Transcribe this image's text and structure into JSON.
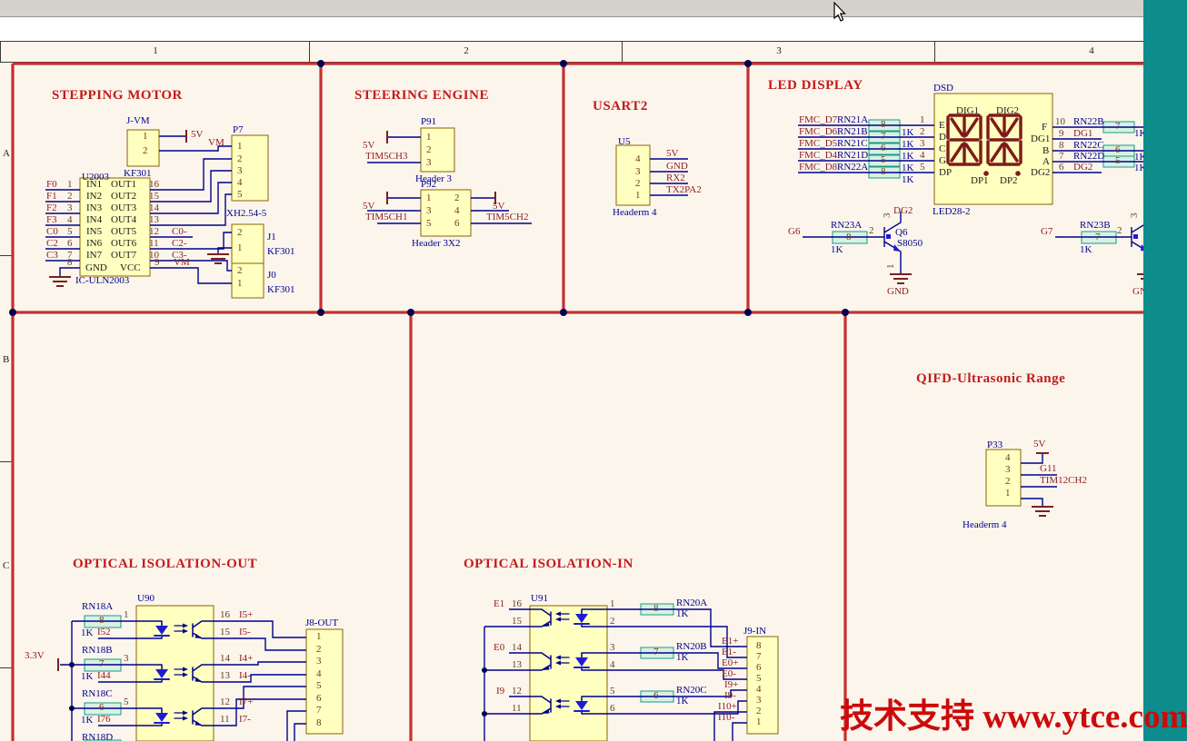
{
  "chrome": {
    "ruler_columns": [
      "1",
      "2",
      "3",
      "4"
    ],
    "margin_rows": [
      "A",
      "B",
      "C"
    ],
    "watermark": "技术支持 www.ytce.com"
  },
  "colors": {
    "background": "#FBF5EC",
    "block_border": "#C63030",
    "wire": "#00008B",
    "net_label": "#8E1A1A",
    "designator": "#00008B",
    "pin_number": "#6E3A12",
    "component_fill": "#FFFFC0",
    "component_border": "#8A6400",
    "resistor_fill": "#D8F1E4",
    "resistor_border": "#1A9B84",
    "teal_strip": "#0E8C8C",
    "title": "#C41A1A",
    "watermark": "#CC0A0A",
    "led_segment": "#7E1A1A",
    "opto_blue": "#1C1CD6",
    "ground_symbol": "#7A2020"
  },
  "schematic": {
    "titles": [
      [
        "STEPPING MOTOR",
        57,
        99
      ],
      [
        "STEERING ENGINE",
        390,
        99
      ],
      [
        "USART2",
        652,
        111
      ],
      [
        "LED DISPLAY",
        845,
        88
      ],
      [
        "QIFD-Ultrasonic Range",
        1008,
        411
      ],
      [
        "OPTICAL ISOLATION-OUT",
        80,
        615
      ],
      [
        "OPTICAL ISOLATION-IN",
        510,
        615
      ]
    ],
    "labels": [
      [
        "J-VM",
        139,
        127,
        "d"
      ],
      [
        "KF301",
        136,
        185,
        "d"
      ],
      [
        "P7",
        256,
        137,
        "d"
      ],
      [
        "XH2.54-5",
        249,
        229,
        "d"
      ],
      [
        "U2003",
        90,
        189,
        "d"
      ],
      [
        "IC-ULN2003",
        83,
        303,
        "d"
      ],
      [
        "J1",
        294,
        255,
        "d"
      ],
      [
        "KF301",
        294,
        271,
        "d"
      ],
      [
        "J0",
        294,
        297,
        "d"
      ],
      [
        "KF301",
        294,
        313,
        "d"
      ],
      [
        "5V",
        210,
        142,
        "n"
      ],
      [
        "VM",
        229,
        151,
        "n"
      ],
      [
        "F0",
        51,
        197,
        "n"
      ],
      [
        "F1",
        51,
        210,
        "n"
      ],
      [
        "F2",
        51,
        223,
        "n"
      ],
      [
        "F3",
        51,
        236,
        "n"
      ],
      [
        "C0",
        51,
        249,
        "n"
      ],
      [
        "C2",
        51,
        262,
        "n"
      ],
      [
        "C3",
        51,
        275,
        "n"
      ],
      [
        "C0-",
        189,
        249,
        "n"
      ],
      [
        "C2-",
        189,
        262,
        "n"
      ],
      [
        "C3-",
        189,
        275,
        "n"
      ],
      [
        "VM",
        191,
        283,
        "n"
      ],
      [
        "1",
        157,
        144,
        "p"
      ],
      [
        "2",
        157,
        160,
        "p"
      ],
      [
        "1",
        261,
        155,
        "p"
      ],
      [
        "2",
        261,
        169,
        "p"
      ],
      [
        "3",
        261,
        182,
        "p"
      ],
      [
        "4",
        261,
        195,
        "p"
      ],
      [
        "5",
        261,
        208,
        "p"
      ],
      [
        "1",
        74,
        197,
        "p"
      ],
      [
        "2",
        74,
        210,
        "p"
      ],
      [
        "3",
        74,
        223,
        "p"
      ],
      [
        "4",
        74,
        236,
        "p"
      ],
      [
        "5",
        74,
        249,
        "p"
      ],
      [
        "6",
        74,
        262,
        "p"
      ],
      [
        "7",
        74,
        275,
        "p"
      ],
      [
        "8",
        74,
        283,
        "p"
      ],
      [
        "16",
        164,
        197,
        "p"
      ],
      [
        "15",
        164,
        210,
        "p"
      ],
      [
        "14",
        164,
        223,
        "p"
      ],
      [
        "13",
        164,
        236,
        "p"
      ],
      [
        "12",
        164,
        249,
        "p"
      ],
      [
        "11",
        164,
        262,
        "p"
      ],
      [
        "10",
        164,
        275,
        "p"
      ],
      [
        "9",
        170,
        283,
        "p"
      ],
      [
        "2",
        261,
        250,
        "p"
      ],
      [
        "1",
        261,
        267,
        "p"
      ],
      [
        "2",
        261,
        292,
        "p"
      ],
      [
        "1",
        261,
        306,
        "p"
      ],
      [
        "IN1",
        95,
        197,
        "m"
      ],
      [
        "IN2",
        95,
        210,
        "m"
      ],
      [
        "IN3",
        95,
        223,
        "m"
      ],
      [
        "IN4",
        95,
        236,
        "m"
      ],
      [
        "IN5",
        95,
        249,
        "m"
      ],
      [
        "IN6",
        95,
        262,
        "m"
      ],
      [
        "IN7",
        95,
        275,
        "m"
      ],
      [
        "GND",
        94,
        289,
        "m"
      ],
      [
        "OUT1",
        122,
        197,
        "m"
      ],
      [
        "OUT2",
        122,
        210,
        "m"
      ],
      [
        "OUT3",
        122,
        223,
        "m"
      ],
      [
        "OUT4",
        122,
        236,
        "m"
      ],
      [
        "OUT5",
        122,
        249,
        "m"
      ],
      [
        "OUT6",
        122,
        262,
        "m"
      ],
      [
        "OUT7",
        122,
        275,
        "m"
      ],
      [
        "VCC",
        132,
        289,
        "m"
      ],
      [
        "P91",
        463,
        128,
        "d"
      ],
      [
        "Header 3",
        457,
        191,
        "d"
      ],
      [
        "P92",
        463,
        197,
        "d"
      ],
      [
        "Header 3X2",
        453,
        262,
        "d"
      ],
      [
        "5V",
        399,
        154,
        "n"
      ],
      [
        "TIM5CH3",
        402,
        166,
        "n"
      ],
      [
        "5V",
        399,
        221,
        "n"
      ],
      [
        "TIM5CH1",
        402,
        233,
        "n"
      ],
      [
        "5V",
        542,
        221,
        "n"
      ],
      [
        "TIM5CH2",
        535,
        233,
        "n"
      ],
      [
        "1",
        469,
        145,
        "p"
      ],
      [
        "2",
        469,
        159,
        "p"
      ],
      [
        "3",
        469,
        173,
        "p"
      ],
      [
        "1",
        469,
        212,
        "p"
      ],
      [
        "3",
        469,
        226,
        "p"
      ],
      [
        "5",
        469,
        240,
        "p"
      ],
      [
        "2",
        500,
        212,
        "p"
      ],
      [
        "4",
        500,
        226,
        "p"
      ],
      [
        "6",
        500,
        240,
        "p"
      ],
      [
        "U5",
        680,
        150,
        "d"
      ],
      [
        "Headerm 4",
        674,
        228,
        "d"
      ],
      [
        "4",
        699,
        169,
        "p"
      ],
      [
        "3",
        699,
        183,
        "p"
      ],
      [
        "2",
        699,
        196,
        "p"
      ],
      [
        "1",
        699,
        209,
        "p"
      ],
      [
        "5V",
        733,
        163,
        "n"
      ],
      [
        "GND",
        733,
        177,
        "n"
      ],
      [
        "RX2",
        733,
        190,
        "n"
      ],
      [
        "TX2PA2",
        733,
        203,
        "n"
      ],
      [
        "DSD",
        1027,
        91,
        "d"
      ],
      [
        "LED28-2",
        1026,
        227,
        "d"
      ],
      [
        "FMC_D7",
        879,
        126,
        "n"
      ],
      [
        "FMC_D6",
        879,
        139,
        "n"
      ],
      [
        "FMC_D5",
        879,
        152,
        "n"
      ],
      [
        "FMC_D4",
        879,
        165,
        "n"
      ],
      [
        "FMC_D8",
        879,
        178,
        "n"
      ],
      [
        "RN21A",
        921,
        126,
        "d"
      ],
      [
        "RN21B",
        921,
        139,
        "d"
      ],
      [
        "RN21C",
        921,
        152,
        "d"
      ],
      [
        "RN21D",
        921,
        165,
        "d"
      ],
      [
        "RN22A",
        921,
        178,
        "d"
      ],
      [
        "8",
        969,
        131,
        "p"
      ],
      [
        "7",
        969,
        144,
        "p"
      ],
      [
        "6",
        969,
        157,
        "p"
      ],
      [
        "5",
        969,
        170,
        "p"
      ],
      [
        "8",
        969,
        183,
        "p"
      ],
      [
        "1K",
        992,
        140,
        "d"
      ],
      [
        "1K",
        992,
        153,
        "d"
      ],
      [
        "1K",
        992,
        166,
        "d"
      ],
      [
        "1K",
        992,
        179,
        "d"
      ],
      [
        "1K",
        992,
        192,
        "d"
      ],
      [
        "1",
        1012,
        126,
        "p"
      ],
      [
        "2",
        1012,
        139,
        "p"
      ],
      [
        "3",
        1012,
        152,
        "p"
      ],
      [
        "4",
        1012,
        165,
        "p"
      ],
      [
        "5",
        1012,
        178,
        "p"
      ],
      [
        "DIG1",
        1052,
        116,
        "m"
      ],
      [
        "DIG2",
        1096,
        116,
        "m"
      ],
      [
        "DP1",
        1068,
        193,
        "m"
      ],
      [
        "DP2",
        1100,
        193,
        "m"
      ],
      [
        "E",
        1033,
        132,
        "m"
      ],
      [
        "D",
        1033,
        145,
        "m"
      ],
      [
        "C",
        1033,
        158,
        "m"
      ],
      [
        "G",
        1033,
        171,
        "m"
      ],
      [
        "DP",
        1033,
        184,
        "m"
      ],
      [
        "F",
        1146,
        134,
        "m"
      ],
      [
        "DG1",
        1134,
        147,
        "m"
      ],
      [
        "B",
        1147,
        160,
        "m"
      ],
      [
        "A",
        1147,
        172,
        "m"
      ],
      [
        "DG2",
        1134,
        184,
        "m"
      ],
      [
        "10",
        1161,
        128,
        "p"
      ],
      [
        "9",
        1165,
        141,
        "p"
      ],
      [
        "8",
        1165,
        154,
        "p"
      ],
      [
        "7",
        1165,
        166,
        "p"
      ],
      [
        "6",
        1165,
        178,
        "p"
      ],
      [
        "RN22B",
        1181,
        128,
        "d"
      ],
      [
        "RN22C",
        1181,
        154,
        "d"
      ],
      [
        "RN22D",
        1181,
        166,
        "d"
      ],
      [
        "DG1",
        1181,
        141,
        "n"
      ],
      [
        "DG2",
        1181,
        178,
        "n"
      ],
      [
        "7",
        1227,
        133,
        "p"
      ],
      [
        "6",
        1227,
        159,
        "p"
      ],
      [
        "5",
        1227,
        171,
        "p"
      ],
      [
        "1K",
        1248,
        141,
        "d"
      ],
      [
        "1K",
        1248,
        167,
        "d"
      ],
      [
        "1K",
        1248,
        179,
        "d"
      ],
      [
        "G6",
        867,
        249,
        "n"
      ],
      [
        "RN23A",
        914,
        242,
        "d"
      ],
      [
        "8",
        931,
        255,
        "p"
      ],
      [
        "1K",
        914,
        269,
        "d"
      ],
      [
        "2",
        956,
        248,
        "p"
      ],
      [
        "3",
        970,
        240,
        "r"
      ],
      [
        "DG2",
        983,
        226,
        "n"
      ],
      [
        "Q6",
        985,
        250,
        "d"
      ],
      [
        "S8050",
        987,
        262,
        "d"
      ],
      [
        "1",
        974,
        296,
        "r"
      ],
      [
        "GND",
        976,
        315,
        "n"
      ],
      [
        "G7",
        1145,
        249,
        "n"
      ],
      [
        "RN23B",
        1188,
        242,
        "d"
      ],
      [
        "7",
        1205,
        255,
        "p"
      ],
      [
        "1K",
        1188,
        269,
        "d"
      ],
      [
        "2",
        1229,
        248,
        "p"
      ],
      [
        "3",
        1242,
        240,
        "r"
      ],
      [
        "GND",
        1246,
        315,
        "n"
      ],
      [
        "P33",
        1086,
        484,
        "d"
      ],
      [
        "Headerm 4",
        1059,
        572,
        "d"
      ],
      [
        "4",
        1106,
        498,
        "p"
      ],
      [
        "3",
        1106,
        511,
        "p"
      ],
      [
        "2",
        1106,
        524,
        "p"
      ],
      [
        "1",
        1106,
        537,
        "p"
      ],
      [
        "5V",
        1137,
        483,
        "n"
      ],
      [
        "G11",
        1144,
        510,
        "n"
      ],
      [
        "TIM12CH2",
        1144,
        523,
        "n"
      ],
      [
        "3.3V",
        27,
        716,
        "n"
      ],
      [
        "U90",
        151,
        653,
        "d"
      ],
      [
        "RN18A",
        90,
        662,
        "d"
      ],
      [
        "8",
        109,
        677,
        "p"
      ],
      [
        "1K",
        89,
        691,
        "d"
      ],
      [
        "1",
        136,
        671,
        "p"
      ],
      [
        "I52",
        107,
        690,
        "n"
      ],
      [
        "RN18B",
        90,
        710,
        "d"
      ],
      [
        "7",
        109,
        725,
        "p"
      ],
      [
        "1K",
        89,
        739,
        "d"
      ],
      [
        "3",
        136,
        719,
        "p"
      ],
      [
        "I44",
        107,
        738,
        "n"
      ],
      [
        "RN18C",
        90,
        758,
        "d"
      ],
      [
        "6",
        109,
        773,
        "p"
      ],
      [
        "1K",
        89,
        787,
        "d"
      ],
      [
        "5",
        136,
        767,
        "p"
      ],
      [
        "I76",
        107,
        786,
        "n"
      ],
      [
        "RN18D",
        90,
        806,
        "d"
      ],
      [
        "16",
        242,
        671,
        "p"
      ],
      [
        "I5+",
        263,
        671,
        "n"
      ],
      [
        "15",
        242,
        690,
        "p"
      ],
      [
        "I5-",
        263,
        690,
        "n"
      ],
      [
        "14",
        242,
        719,
        "p"
      ],
      [
        "I4+",
        263,
        719,
        "n"
      ],
      [
        "13",
        242,
        738,
        "p"
      ],
      [
        "I4-",
        263,
        738,
        "n"
      ],
      [
        "12",
        242,
        767,
        "p"
      ],
      [
        "I7+",
        263,
        767,
        "n"
      ],
      [
        "11",
        242,
        786,
        "p"
      ],
      [
        "I7-",
        263,
        786,
        "n"
      ],
      [
        "J8-OUT",
        336,
        680,
        "d"
      ],
      [
        "1",
        348,
        695,
        "p"
      ],
      [
        "2",
        348,
        709,
        "p"
      ],
      [
        "3",
        348,
        722,
        "p"
      ],
      [
        "4",
        348,
        736,
        "p"
      ],
      [
        "5",
        348,
        749,
        "p"
      ],
      [
        "6",
        348,
        763,
        "p"
      ],
      [
        "7",
        348,
        776,
        "p"
      ],
      [
        "8",
        348,
        790,
        "p"
      ],
      [
        "U91",
        584,
        653,
        "d"
      ],
      [
        "E1",
        543,
        659,
        "n"
      ],
      [
        "16",
        563,
        659,
        "p"
      ],
      [
        "15",
        563,
        678,
        "p"
      ],
      [
        "E0",
        543,
        707,
        "n"
      ],
      [
        "14",
        563,
        707,
        "p"
      ],
      [
        "13",
        563,
        726,
        "p"
      ],
      [
        "I9",
        546,
        755,
        "n"
      ],
      [
        "12",
        563,
        755,
        "p"
      ],
      [
        "11",
        563,
        774,
        "p"
      ],
      [
        "1",
        671,
        659,
        "p"
      ],
      [
        "2",
        671,
        678,
        "p"
      ],
      [
        "3",
        671,
        707,
        "p"
      ],
      [
        "4",
        671,
        726,
        "p"
      ],
      [
        "5",
        671,
        755,
        "p"
      ],
      [
        "6",
        671,
        774,
        "p"
      ],
      [
        "RN20A",
        744,
        658,
        "d"
      ],
      [
        "8",
        719,
        664,
        "p"
      ],
      [
        "1K",
        744,
        670,
        "d"
      ],
      [
        "RN20B",
        744,
        706,
        "d"
      ],
      [
        "7",
        719,
        712,
        "p"
      ],
      [
        "1K",
        744,
        718,
        "d"
      ],
      [
        "RN20C",
        744,
        754,
        "d"
      ],
      [
        "6",
        719,
        760,
        "p"
      ],
      [
        "1K",
        744,
        766,
        "d"
      ],
      [
        "J9-IN",
        818,
        689,
        "d"
      ],
      [
        "8",
        832,
        705,
        "p"
      ],
      [
        "7",
        832,
        717,
        "p"
      ],
      [
        "6",
        832,
        729,
        "p"
      ],
      [
        "5",
        832,
        741,
        "p"
      ],
      [
        "4",
        832,
        753,
        "p"
      ],
      [
        "3",
        832,
        765,
        "p"
      ],
      [
        "2",
        832,
        777,
        "p"
      ],
      [
        "1",
        832,
        789,
        "p"
      ],
      [
        "E1+",
        794,
        700,
        "n"
      ],
      [
        "E1-",
        794,
        712,
        "n"
      ],
      [
        "E0+",
        794,
        724,
        "n"
      ],
      [
        "E0-",
        794,
        736,
        "n"
      ],
      [
        "I9+",
        797,
        748,
        "n"
      ],
      [
        "I9-",
        797,
        760,
        "n"
      ],
      [
        "I10+",
        790,
        772,
        "n"
      ],
      [
        "I10-",
        790,
        784,
        "n"
      ]
    ]
  }
}
